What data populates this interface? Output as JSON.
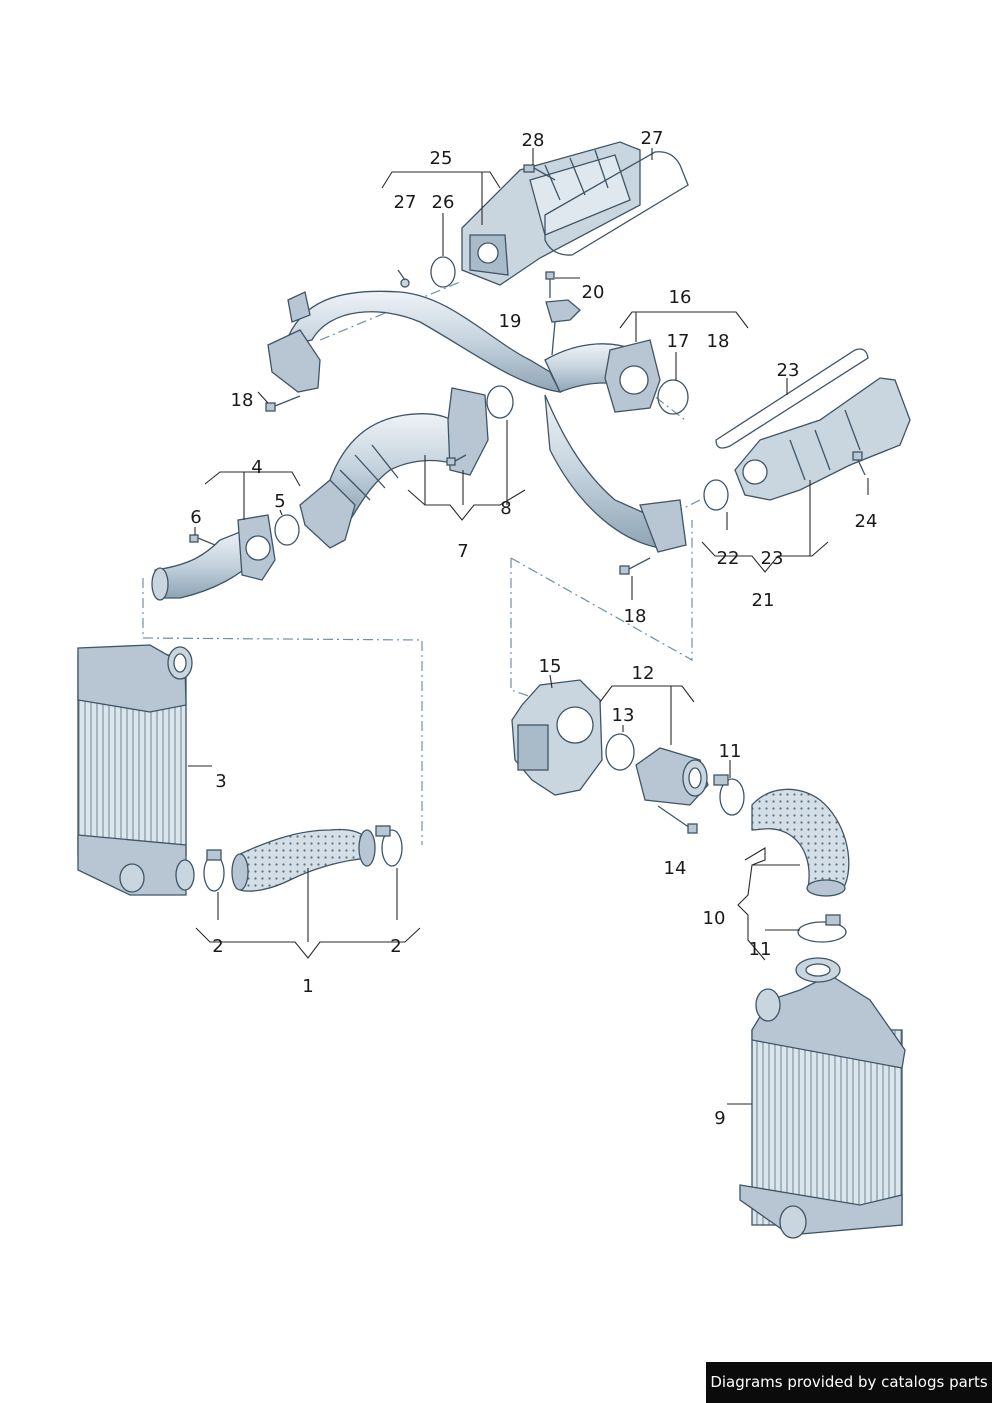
{
  "callouts": {
    "c1": "1",
    "c2a": "2",
    "c2b": "2",
    "c3": "3",
    "c4": "4",
    "c5": "5",
    "c6": "6",
    "c7": "7",
    "c8": "8",
    "c9": "9",
    "c10": "10",
    "c11a": "11",
    "c11b": "11",
    "c12": "12",
    "c13": "13",
    "c14": "14",
    "c15": "15",
    "c16": "16",
    "c17": "17",
    "c18a": "18",
    "c18b": "18",
    "c18c": "18",
    "c19": "19",
    "c20": "20",
    "c21": "21",
    "c22": "22",
    "c23a": "23",
    "c23b": "23",
    "c24": "24",
    "c25": "25",
    "c26": "26",
    "c27a": "27",
    "c27b": "27",
    "c28": "28"
  },
  "footer": {
    "credit": "Diagrams provided by catalogs parts"
  },
  "colors": {
    "part_fill": "#c9d6e0",
    "part_stroke": "#3f5566",
    "leader": "#2a2a2a",
    "dash": "#6f8fa6",
    "credit_bg": "#0b0b0b"
  }
}
